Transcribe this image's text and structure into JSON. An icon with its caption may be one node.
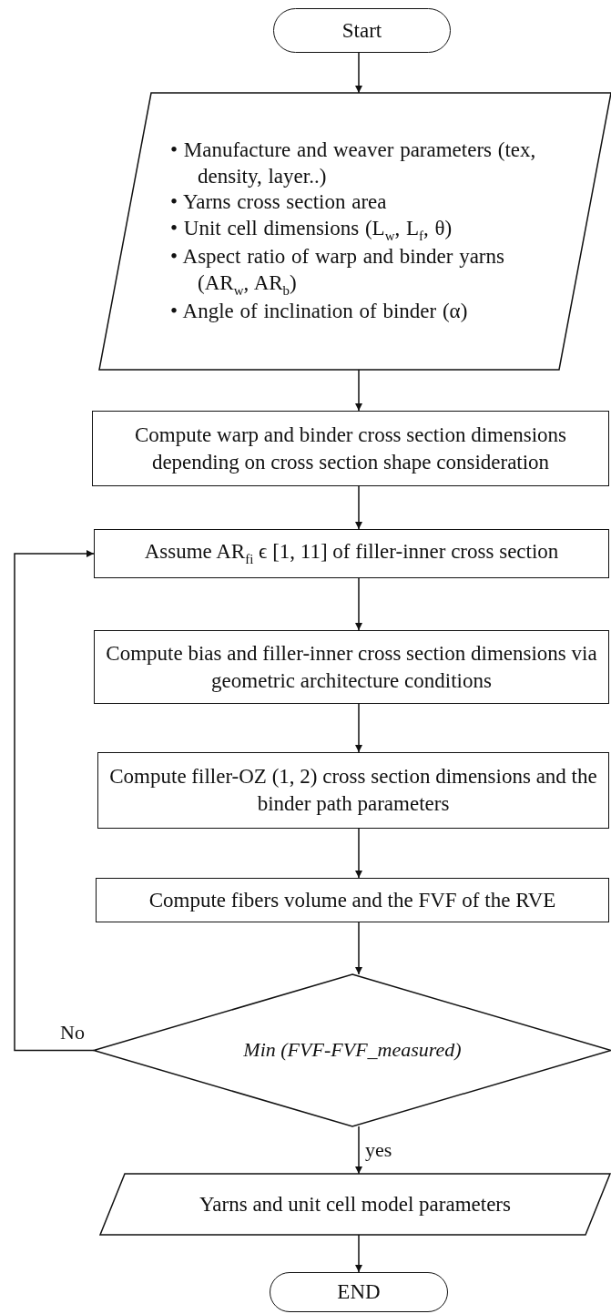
{
  "diagram": {
    "nodes": [
      {
        "text": [
          "Start"
        ]
      },
      {
        "text": [
          "• Manufacture and weaver parameters (tex, density, layer..)",
          "• Yarns cross section area",
          "• Unit cell dimensions (L$_{w}$, L$_{f}$, θ)",
          "• Aspect ratio of warp and binder yarns (AR$_{w}$, AR$_{b}$)",
          "• Angle of inclination of binder (α)"
        ]
      },
      {
        "text": [
          "Compute warp and binder cross section dimensions depending on cross section shape consideration"
        ]
      },
      {
        "text": [
          "Assume AR$_{fi}$ ϵ [1, 11] of filler-inner cross section"
        ]
      },
      {
        "text": [
          "Compute bias and filler-inner cross section dimensions via geometric architecture conditions"
        ]
      },
      {
        "text": [
          "Compute filler-OZ (1, 2) cross section dimensions and the binder path parameters"
        ]
      },
      {
        "text": [
          "Compute fibers volume and the FVF of the RVE"
        ]
      },
      {
        "text": [
          "Min (FVF-FVF_measured)"
        ]
      },
      {
        "text": [
          "Yarns and unit cell model parameters"
        ]
      },
      {
        "text": [
          "END"
        ]
      }
    ],
    "edges": [
      {
        "from": 0,
        "to": 1,
        "arrow": "to"
      },
      {
        "from": 1,
        "to": 2,
        "arrow": "to"
      },
      {
        "from": 2,
        "to": 3,
        "arrow": "to"
      },
      {
        "from": 3,
        "to": 4,
        "arrow": "to"
      },
      {
        "from": 4,
        "to": 5,
        "arrow": "to"
      },
      {
        "from": 5,
        "to": 6,
        "arrow": "to"
      },
      {
        "from": 6,
        "to": 7,
        "arrow": "to"
      },
      {
        "from": 7,
        "to": 3,
        "label": "No",
        "arrow": "to"
      },
      {
        "from": 7,
        "to": 8,
        "label": "yes",
        "arrow": "to"
      },
      {
        "from": 8,
        "to": 9,
        "arrow": "to"
      }
    ]
  }
}
